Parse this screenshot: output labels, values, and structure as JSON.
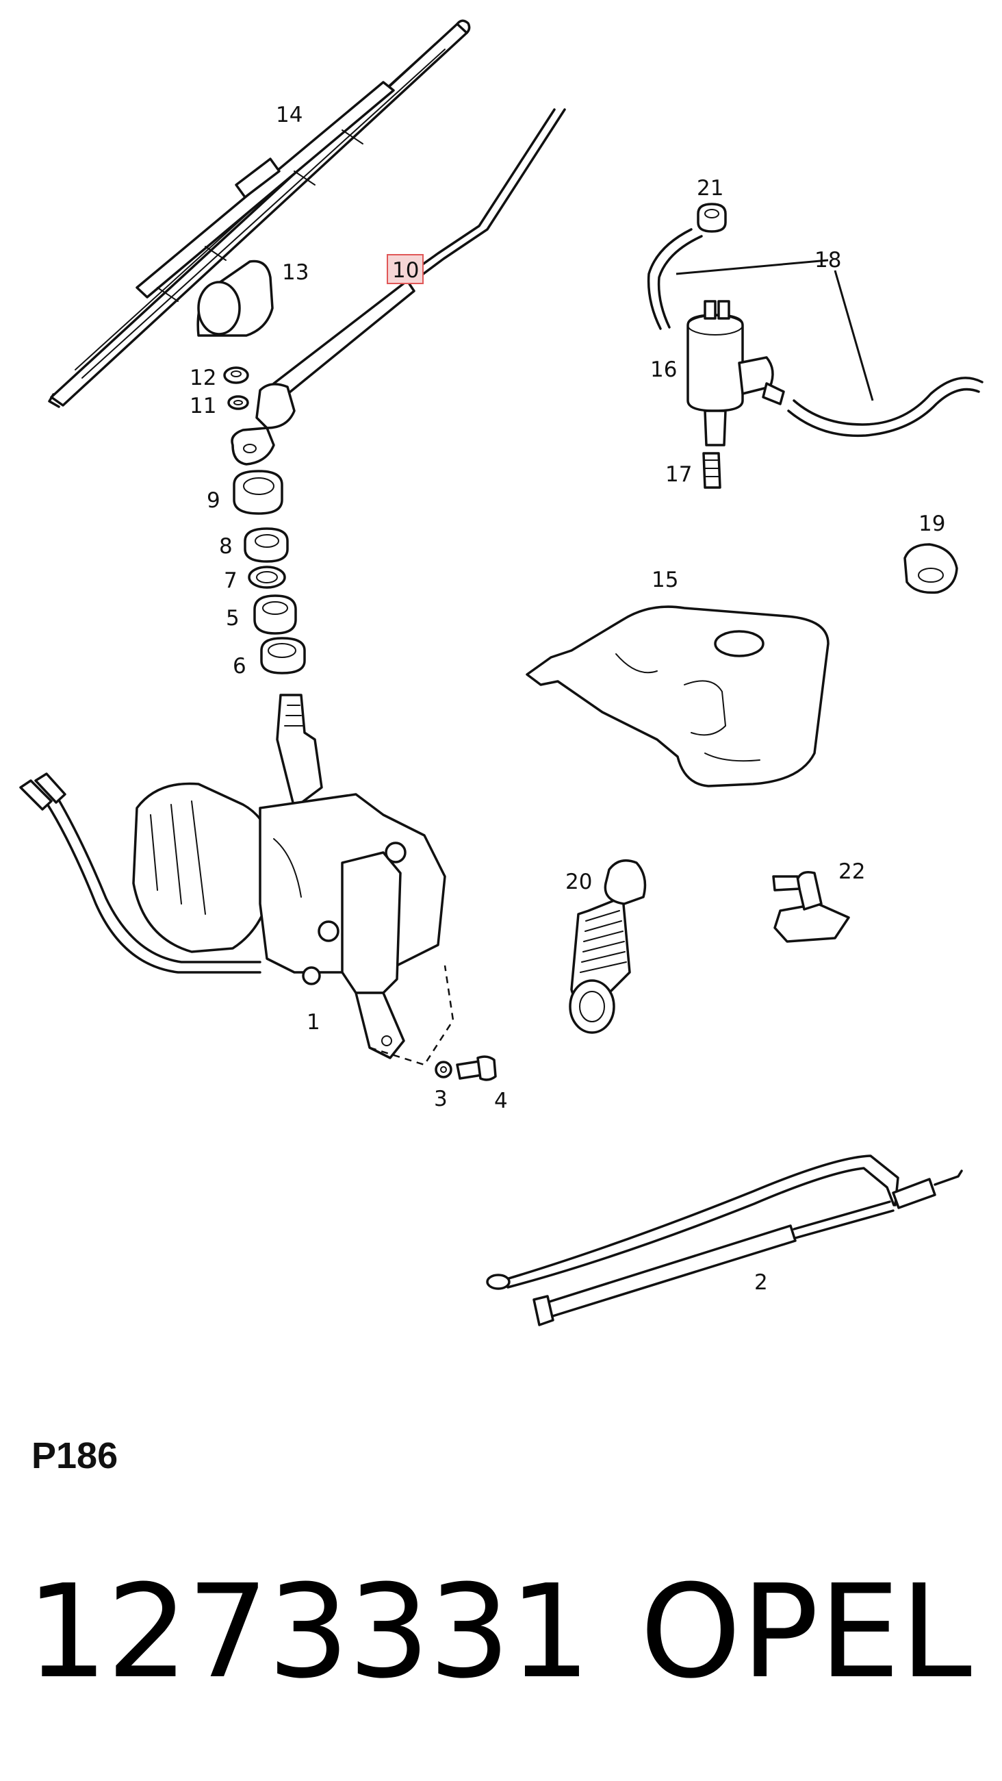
{
  "diagram": {
    "callouts": [
      {
        "id": "c14",
        "text": "14"
      },
      {
        "id": "c13",
        "text": "13"
      },
      {
        "id": "c10",
        "text": "10",
        "highlighted": true
      },
      {
        "id": "c12",
        "text": "12"
      },
      {
        "id": "c11",
        "text": "11"
      },
      {
        "id": "c9",
        "text": "9"
      },
      {
        "id": "c8",
        "text": "8"
      },
      {
        "id": "c7",
        "text": "7"
      },
      {
        "id": "c5",
        "text": "5"
      },
      {
        "id": "c6",
        "text": "6"
      },
      {
        "id": "c1",
        "text": "1"
      },
      {
        "id": "c3",
        "text": "3"
      },
      {
        "id": "c4",
        "text": "4"
      },
      {
        "id": "c21",
        "text": "21"
      },
      {
        "id": "c18",
        "text": "18"
      },
      {
        "id": "c16",
        "text": "16"
      },
      {
        "id": "c17",
        "text": "17"
      },
      {
        "id": "c19",
        "text": "19"
      },
      {
        "id": "c15",
        "text": "15"
      },
      {
        "id": "c20",
        "text": "20"
      },
      {
        "id": "c22",
        "text": "22"
      },
      {
        "id": "c2",
        "text": "2"
      }
    ],
    "highlight_color": "#e05757"
  },
  "footer": {
    "page_code": "P186",
    "part_number": "1273331",
    "brand": "OPEL"
  }
}
